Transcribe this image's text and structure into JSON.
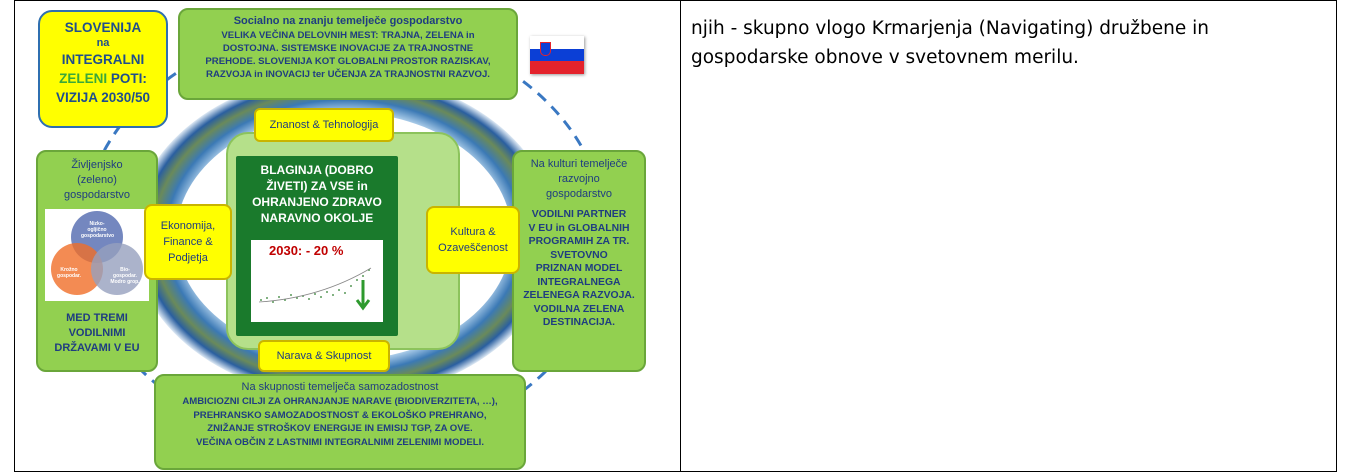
{
  "vision_box": {
    "line1": "SLOVENIJA",
    "line2": "na",
    "line3": "INTEGRALNI",
    "line4_green": "ZELENI",
    "line4_rest": " POTI:",
    "line5": "VIZIJA 2030/50"
  },
  "top_box": {
    "title": "Socialno na znanju temelječe gospodarstvo",
    "lines": [
      "VELIKA VEČINA DELOVNIH MEST: TRAJNA, ZELENA in",
      "DOSTOJNA. SISTEMSKE INOVACIJE ZA TRAJNOSTNE",
      "PREHODE. SLOVENIJA KOT GLOBALNI PROSTOR RAZISKAV,",
      "RAZVOJA in INOVACIJ ter UČENJA ZA TRAJNOSTNI RAZVOJ."
    ]
  },
  "left_box": {
    "title": [
      "Življenjsko",
      "(zeleno)",
      "gospodarstvo"
    ],
    "venn": [
      "Nizko-ogljično gospodarstvo",
      "Krožno gospodar.",
      "Bio-gospodar. Modro grop."
    ],
    "footer": [
      "MED TREMI",
      "VODILNIMI",
      "DRŽAVAMI V EU"
    ]
  },
  "right_box": {
    "title": [
      "Na kulturi temelječe",
      "razvojno",
      "gospodarstvo"
    ],
    "lines": [
      "VODILNI PARTNER",
      "V EU in GLOBALNIH",
      "PROGRAMIH ZA TR.",
      "SVETOVNO",
      "PRIZNAN MODEL",
      "INTEGRALNEGA",
      "ZELENEGA RAZVOJA.",
      "VODILNA ZELENA",
      "DESTINACIJA."
    ]
  },
  "bottom_box": {
    "title": "Na skupnosti temelječa samozadostnost",
    "lines": [
      "AMBICIOZNI CILJI ZA OHRANJANJE NARAVE (BIODIVERZITETA, …),",
      "PREHRANSKO SAMOZADOSTNOST & EKOLOŠKO PREHRANO,",
      "ZNIŽANJE STROŠKOV ENERGIJE IN EMISIJ TGP, ZA OVE.",
      "VEČINA OBČIN Z LASTNIMI INTEGRALNIMI ZELENIMI MODELI."
    ]
  },
  "center_box": {
    "lines": [
      "BLAGINJA (DOBRO",
      "ŽIVETI) ZA VSE in",
      "OHRANJENO ZDRAVO",
      "NARAVNO OKOLJE"
    ],
    "chart_label": "2030: - 20 %"
  },
  "pillars": {
    "top": "Znanost & Tehnologija",
    "left": [
      "Ekonomija,",
      "Finance &",
      "Podjetja"
    ],
    "right": [
      "Kultura &",
      "Ozaveščenost"
    ],
    "bottom": "Narava & Skupnost"
  },
  "flag": {
    "colors": [
      "#ffffff",
      "#0b3fd6",
      "#e4232c"
    ]
  },
  "right_text": "njih - skupno vlogo Krmarjenja (Navigating) družbene in gospodarske obnove v svetovnem merilu.",
  "colors": {
    "green": "#92d050",
    "yellow": "#ffff00",
    "dark_green": "#1a7a2c",
    "red_label": "#c00000"
  }
}
